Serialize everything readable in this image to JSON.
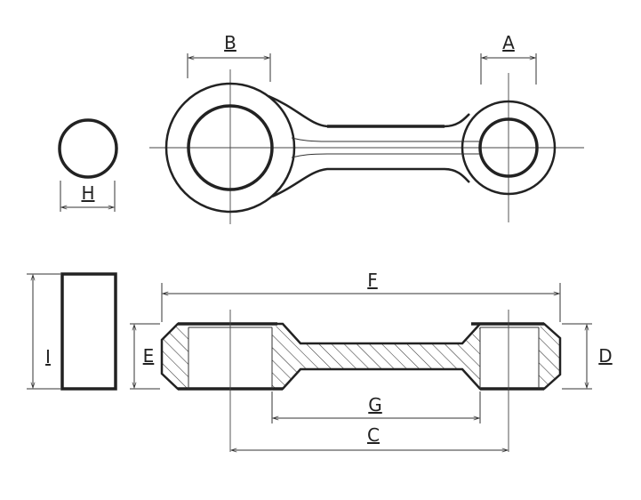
{
  "labels": {
    "A": "A",
    "B": "B",
    "C": "C",
    "D": "D",
    "E": "E",
    "F": "F",
    "G": "G",
    "H": "H",
    "I": "I"
  },
  "colors": {
    "line": "#222222",
    "background": "#ffffff"
  }
}
